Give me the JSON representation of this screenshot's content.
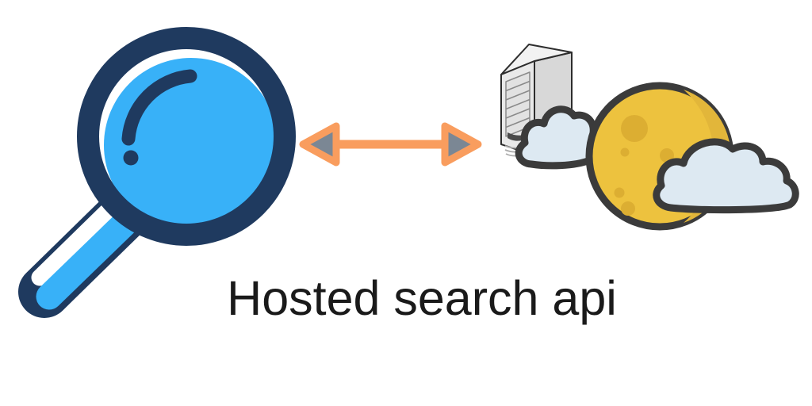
{
  "caption": {
    "text": "Hosted search api",
    "color": "#1a1a1a"
  },
  "diagram": {
    "description": "Magnifying glass connected by a two-way arrow to a cloud-hosted server with moon and clouds",
    "icons": [
      {
        "name": "magnifier-icon",
        "label": "magnifying glass"
      },
      {
        "name": "bidirectional-arrow-icon",
        "label": "two-way arrow"
      },
      {
        "name": "server-icon",
        "label": "server tower"
      },
      {
        "name": "cloud-back-icon",
        "label": "small cloud behind moon"
      },
      {
        "name": "moon-icon",
        "label": "moon with craters"
      },
      {
        "name": "cloud-front-icon",
        "label": "large cloud in front of moon"
      }
    ],
    "colors": {
      "magnifier_blue": "#38b1f8",
      "magnifier_navy": "#1f3a5f",
      "arrow_orange": "#f99d5e",
      "arrow_gray": "#7b8794",
      "moon_yellow": "#edc23e",
      "moon_crater": "#dcae32",
      "moon_shade": "#e2b63a",
      "cloud_fill": "#dde9f2",
      "outline_dark": "#3b3b3b",
      "server_front": "#e9e9e9",
      "server_side": "#d8d8d8",
      "server_top": "#f2f2f2",
      "background": "#ffffff"
    }
  }
}
